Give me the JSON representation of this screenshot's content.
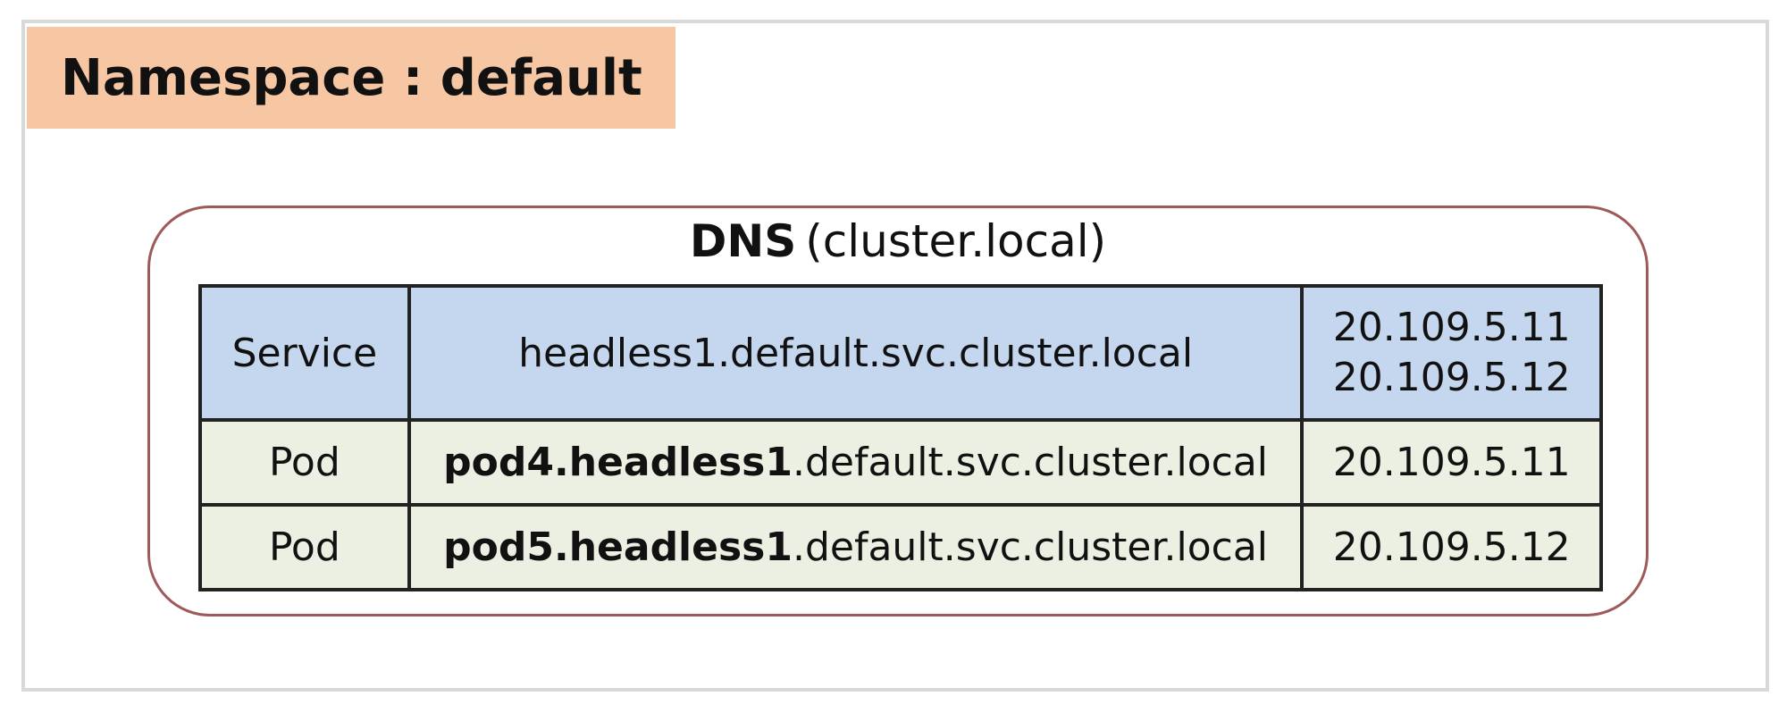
{
  "namespace": {
    "label": "Namespace : default"
  },
  "dns": {
    "title": "DNS",
    "subtitle": "(cluster.local)"
  },
  "rows": [
    {
      "type": "Service",
      "fqdn_bold": "",
      "fqdn_rest": "headless1.default.svc.cluster.local",
      "ips": [
        "20.109.5.11",
        "20.109.5.12"
      ]
    },
    {
      "type": "Pod",
      "fqdn_bold": "pod4.headless1",
      "fqdn_rest": ".default.svc.cluster.local",
      "ips": [
        "20.109.5.11"
      ]
    },
    {
      "type": "Pod",
      "fqdn_bold": "pod5.headless1",
      "fqdn_rest": ".default.svc.cluster.local",
      "ips": [
        "20.109.5.12"
      ]
    }
  ],
  "colors": {
    "namespace_bg": "#f7c7a3",
    "service_row_bg": "#c5d6ef",
    "pod_row_bg": "#ecf0e2",
    "dns_border": "#9e5a5a"
  }
}
